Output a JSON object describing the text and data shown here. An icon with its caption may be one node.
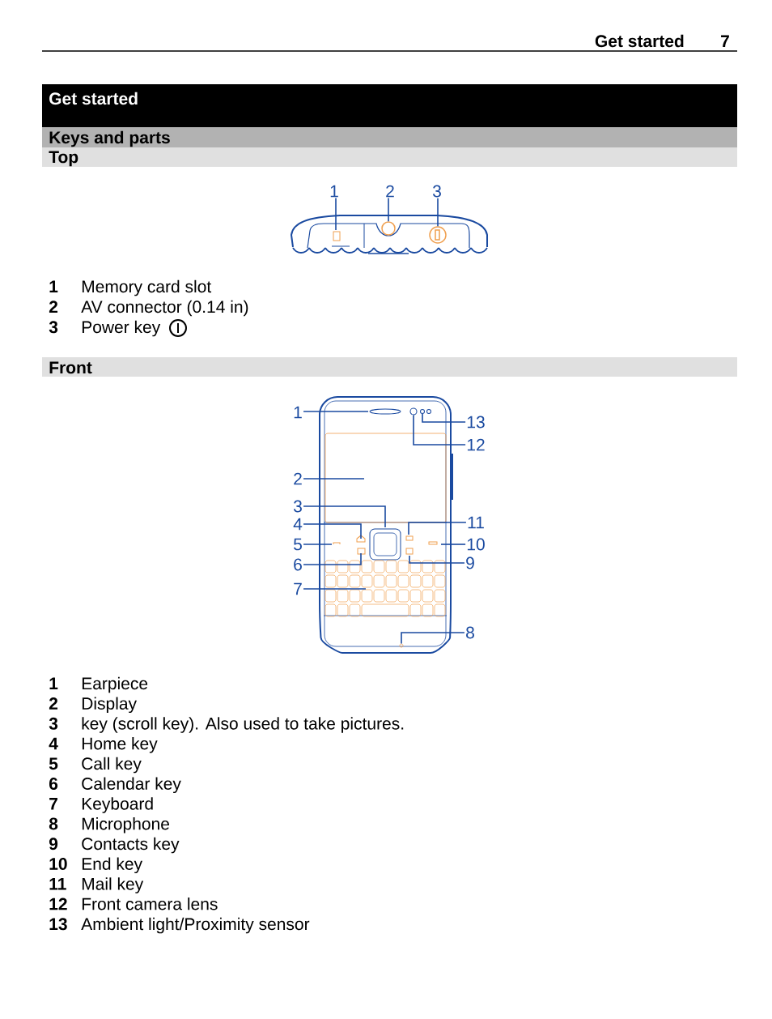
{
  "diagram": {
    "nodes": [
      {
        "text": [
          "1"
        ]
      },
      {
        "text": [
          "2"
        ]
      },
      {
        "text": [
          "3"
        ]
      },
      {
        "text": [
          "1"
        ]
      },
      {
        "text": [
          "2"
        ]
      },
      {
        "text": [
          "3"
        ]
      },
      {
        "text": [
          "4"
        ]
      },
      {
        "text": [
          "5"
        ]
      },
      {
        "text": [
          "6"
        ]
      },
      {
        "text": [
          "7"
        ]
      },
      {
        "text": [
          "8"
        ]
      },
      {
        "text": [
          "9"
        ]
      },
      {
        "text": [
          "10"
        ]
      },
      {
        "text": [
          "11"
        ]
      },
      {
        "text": [
          "12"
        ]
      },
      {
        "text": [
          "13"
        ]
      },
      {
        "text": [],
        "shape": "circle"
      },
      {
        "text": [],
        "shape": "circle"
      },
      {
        "text": [],
        "shape": "circle"
      },
      {
        "text": [],
        "shape": "circle"
      },
      {
        "text": [],
        "shape": "circle"
      }
    ],
    "edges": [
      {
        "from": 0,
        "to": null,
        "arrow": "none"
      },
      {
        "from": 1,
        "to": 16,
        "arrow": "none"
      },
      {
        "from": 2,
        "to": 17,
        "arrow": "none"
      },
      {
        "from": 3,
        "to": null,
        "arrow": "none"
      },
      {
        "from": 4,
        "to": null,
        "arrow": "none"
      },
      {
        "from": 5,
        "to": null,
        "arrow": "none"
      },
      {
        "from": 6,
        "to": null,
        "arrow": "none"
      },
      {
        "from": 7,
        "to": null,
        "arrow": "none"
      },
      {
        "from": 8,
        "to": null,
        "arrow": "none"
      },
      {
        "from": 9,
        "to": null,
        "arrow": "none"
      },
      {
        "from": 10,
        "to": 18,
        "arrow": "none"
      },
      {
        "from": 11,
        "to": null,
        "arrow": "none"
      },
      {
        "from": 12,
        "to": null,
        "arrow": "none"
      },
      {
        "from": 13,
        "to": null,
        "arrow": "none"
      },
      {
        "from": 14,
        "to": 19,
        "arrow": "none"
      },
      {
        "from": 15,
        "to": 20,
        "arrow": "none"
      }
    ],
    "labels": [
      "Get started",
      "7",
      "Get started",
      "Keys and parts",
      "Top",
      "1",
      "Memory card slot",
      "2",
      "AV connector (0.14 in)",
      "3",
      "Power key",
      "Front",
      "1",
      "Earpiece",
      "2",
      "Display",
      "3",
      "key (scroll key). Also used to take pictures.",
      "4",
      "Home key",
      "5",
      "Call key",
      "6",
      "Calendar key",
      "7",
      "Keyboard",
      "8",
      "Microphone",
      "9",
      "Contacts key",
      "10",
      "End key",
      "11",
      "Mail key",
      "12",
      "Front camera lens",
      "13",
      "Ambient light/Proximity sensor"
    ]
  }
}
